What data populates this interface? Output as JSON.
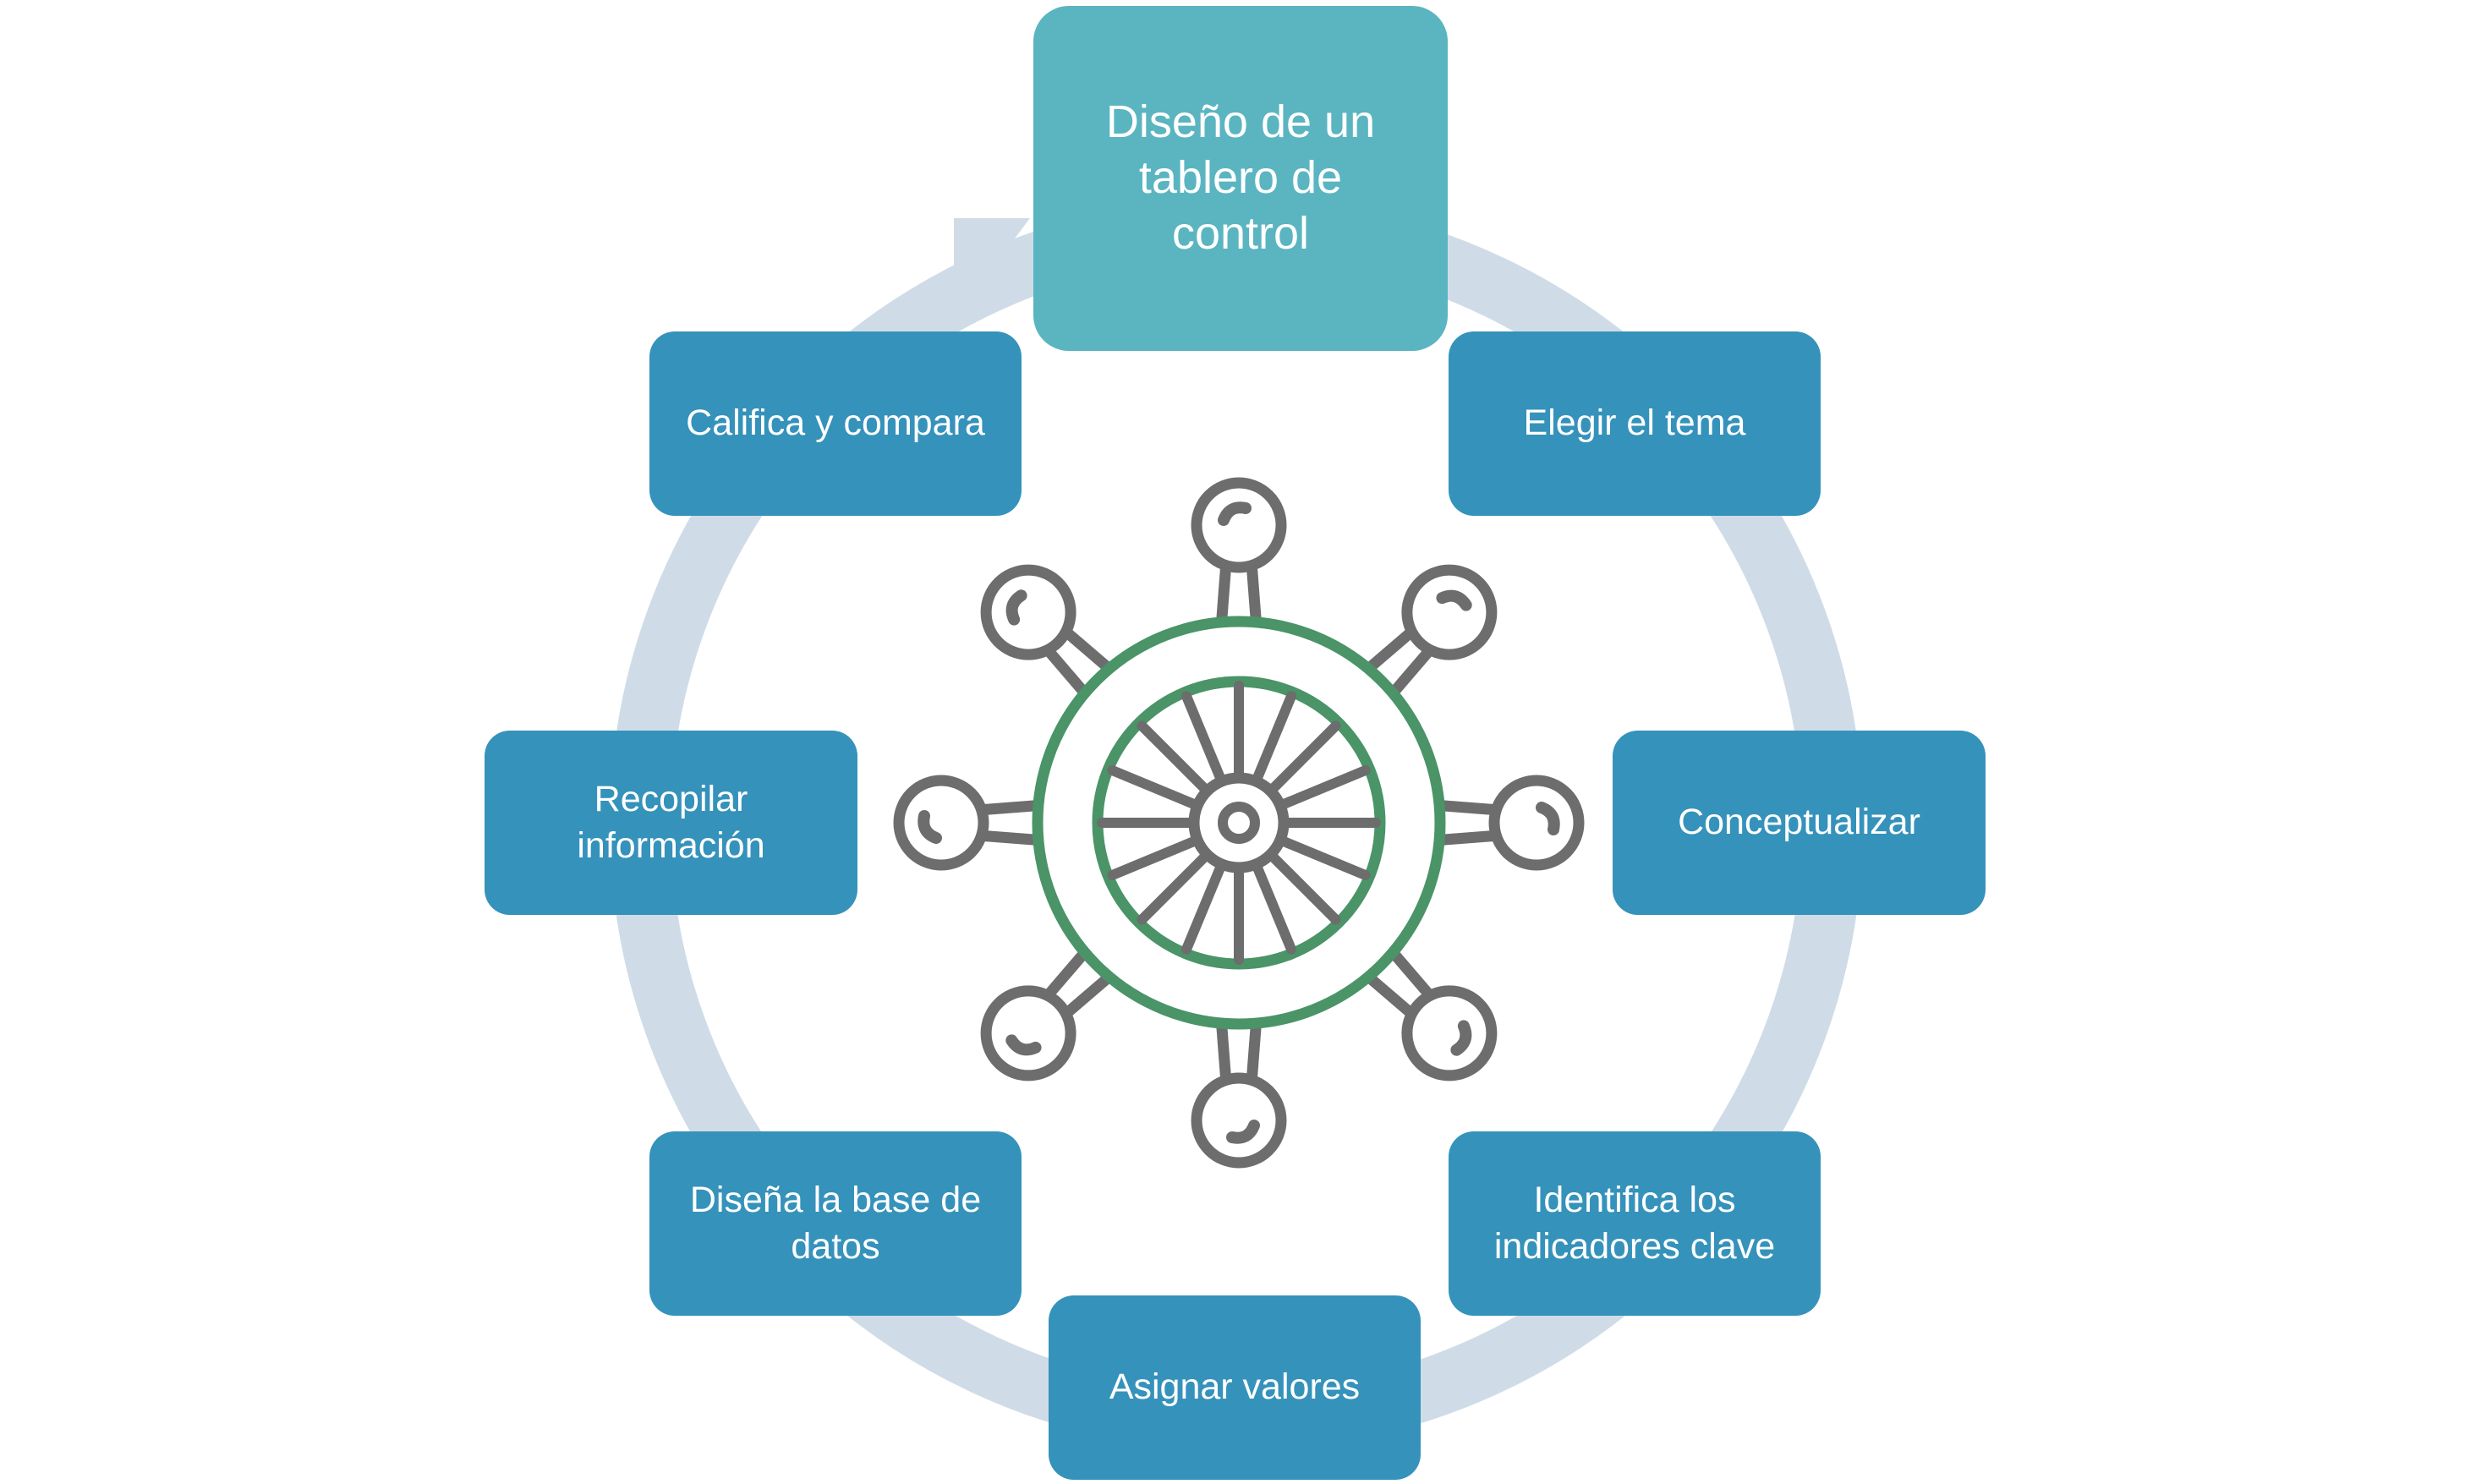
{
  "diagram": {
    "center_title": "Diseño de un tablero de control",
    "steps": [
      {
        "id": "elegir",
        "label": "Elegir el tema"
      },
      {
        "id": "conceptualizar",
        "label": "Conceptualizar"
      },
      {
        "id": "identifica",
        "label": "Identifica los indicadores clave"
      },
      {
        "id": "asignar",
        "label": "Asignar valores"
      },
      {
        "id": "disena",
        "label": "Diseña la base de datos"
      },
      {
        "id": "recopilar",
        "label": "Recopilar información"
      },
      {
        "id": "califica",
        "label": "Califica y compara"
      }
    ],
    "center_icon": "ship-wheel-icon"
  },
  "colors": {
    "main_node": "#5ab5c1",
    "step_node": "#3592bb",
    "cycle_ring": "#cfdce7",
    "wheel_gray": "#6d6d6d",
    "wheel_green": "#4a9467"
  }
}
